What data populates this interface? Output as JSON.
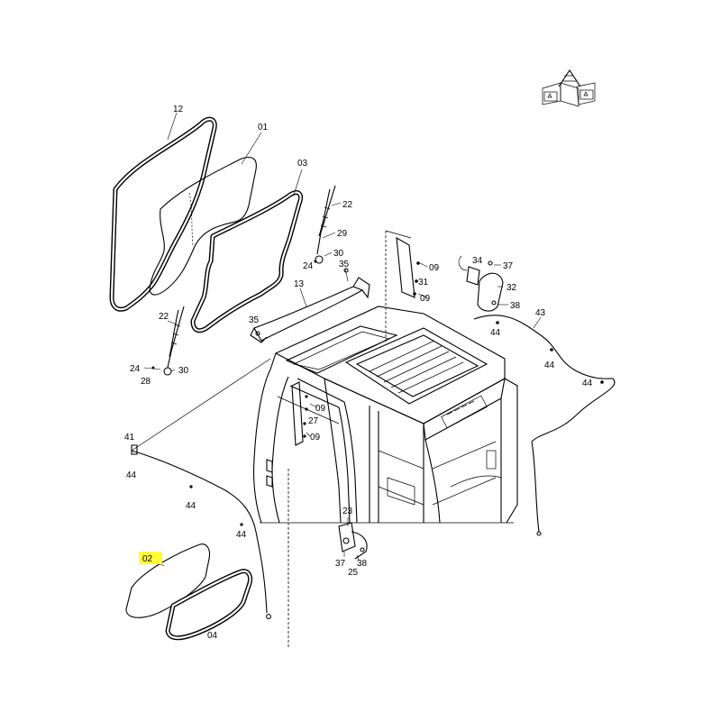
{
  "labels": [
    {
      "id": "12",
      "text": "12"
    },
    {
      "id": "01",
      "text": "01"
    },
    {
      "id": "03",
      "text": "03"
    },
    {
      "id": "22a",
      "text": "22"
    },
    {
      "id": "29",
      "text": "29"
    },
    {
      "id": "30a",
      "text": "30"
    },
    {
      "id": "24a",
      "text": "24"
    },
    {
      "id": "35a",
      "text": "35"
    },
    {
      "id": "13",
      "text": "13"
    },
    {
      "id": "35b",
      "text": "35"
    },
    {
      "id": "22b",
      "text": "22"
    },
    {
      "id": "24b",
      "text": "24"
    },
    {
      "id": "30b",
      "text": "30"
    },
    {
      "id": "28",
      "text": "28"
    },
    {
      "id": "09a",
      "text": "09"
    },
    {
      "id": "31",
      "text": "31"
    },
    {
      "id": "09b",
      "text": "09"
    },
    {
      "id": "34",
      "text": "34"
    },
    {
      "id": "37a",
      "text": "37"
    },
    {
      "id": "32",
      "text": "32"
    },
    {
      "id": "38a",
      "text": "38"
    },
    {
      "id": "43",
      "text": "43"
    },
    {
      "id": "44a",
      "text": "44"
    },
    {
      "id": "44b",
      "text": "44"
    },
    {
      "id": "44c",
      "text": "44"
    },
    {
      "id": "09c",
      "text": "09"
    },
    {
      "id": "27",
      "text": "27"
    },
    {
      "id": "09d",
      "text": "09"
    },
    {
      "id": "41",
      "text": "41"
    },
    {
      "id": "44d",
      "text": "44"
    },
    {
      "id": "44e",
      "text": "44"
    },
    {
      "id": "44f",
      "text": "44"
    },
    {
      "id": "23",
      "text": "23"
    },
    {
      "id": "37b",
      "text": "37"
    },
    {
      "id": "38b",
      "text": "38"
    },
    {
      "id": "25",
      "text": "25"
    },
    {
      "id": "02",
      "text": "02"
    },
    {
      "id": "04",
      "text": "04"
    }
  ],
  "highlighted_label": "02",
  "highlight_color": "#ffff33",
  "line_color": "#000000",
  "background_color": "#ffffff",
  "icons": [
    "orientation-cube-icon"
  ]
}
